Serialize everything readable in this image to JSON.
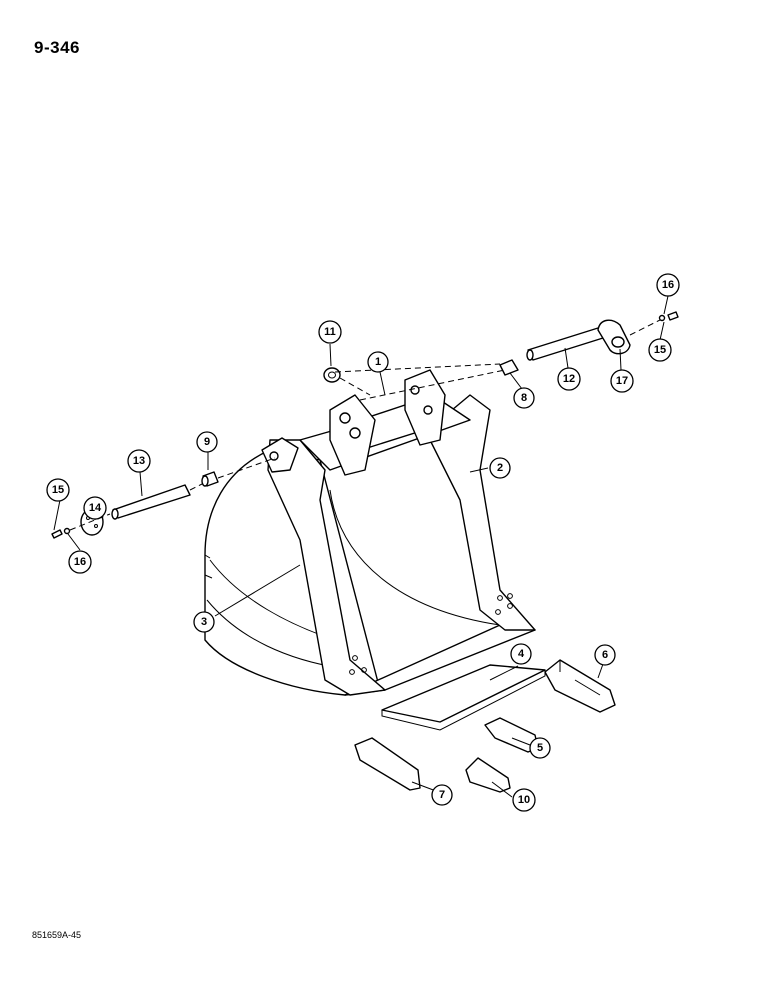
{
  "page": {
    "number": "9-346",
    "doc_code": "851659A-45"
  },
  "callouts": [
    {
      "label": "1"
    },
    {
      "label": "2"
    },
    {
      "label": "3"
    },
    {
      "label": "4"
    },
    {
      "label": "5"
    },
    {
      "label": "6"
    },
    {
      "label": "7"
    },
    {
      "label": "8"
    },
    {
      "label": "9"
    },
    {
      "label": "10"
    },
    {
      "label": "11"
    },
    {
      "label": "12"
    },
    {
      "label": "13"
    },
    {
      "label": "14"
    },
    {
      "label": "15"
    },
    {
      "label": "15"
    },
    {
      "label": "16"
    },
    {
      "label": "16"
    },
    {
      "label": "17"
    }
  ]
}
